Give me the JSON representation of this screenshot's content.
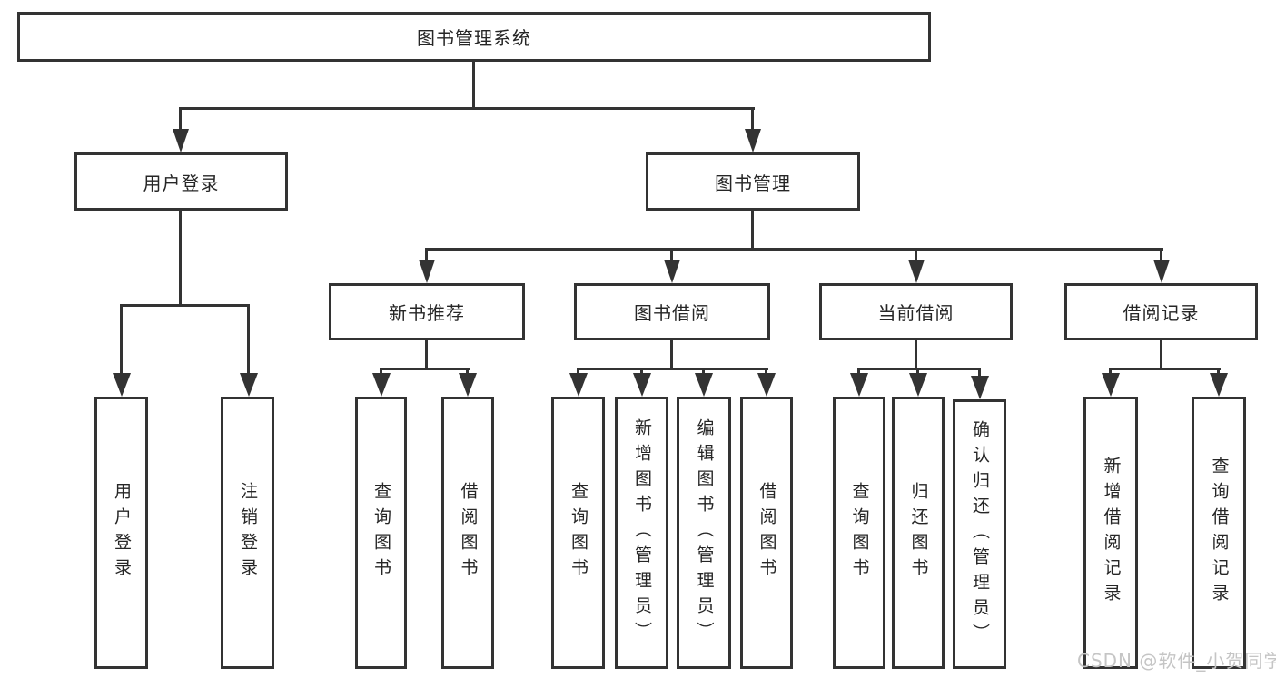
{
  "root": {
    "label": "图书管理系统"
  },
  "level2": {
    "user_login": {
      "label": "用户登录"
    },
    "book_mgmt": {
      "label": "图书管理"
    }
  },
  "level3": {
    "new_books": {
      "label": "新书推荐"
    },
    "borrow": {
      "label": "图书借阅"
    },
    "current": {
      "label": "当前借阅"
    },
    "records": {
      "label": "借阅记录"
    }
  },
  "leaves": {
    "user_login": [
      "用户登录",
      "注销登录"
    ],
    "new_books": [
      "查询图书",
      "借阅图书"
    ],
    "borrow": [
      "查询图书",
      "新增图书（管理员）",
      "编辑图书（管理员）",
      "借阅图书"
    ],
    "current": [
      "查询图书",
      "归还图书",
      "确认归还（管理员）"
    ],
    "records": [
      "新增借阅记录",
      "查询借阅记录"
    ]
  },
  "watermark": "CSDN @软件_小贺同学",
  "colors": {
    "line": "#333333",
    "text": "#262626",
    "watermark": "#c5c5c5",
    "background": "#ffffff"
  }
}
